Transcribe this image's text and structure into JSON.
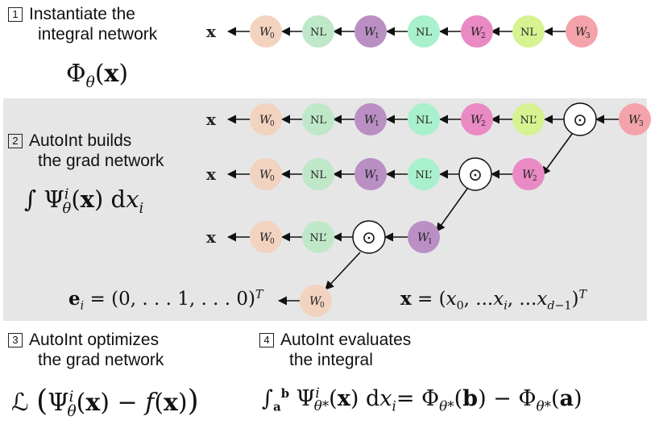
{
  "steps": {
    "s1": {
      "num": "1",
      "line1": "Instantiate the",
      "line2": "integral network"
    },
    "s2": {
      "num": "2",
      "line1": "AutoInt builds",
      "line2": "the grad network"
    },
    "s3": {
      "num": "3",
      "line1": "AutoInt optimizes",
      "line2": "the grad network"
    },
    "s4": {
      "num": "4",
      "line1": "AutoInt evaluates",
      "line2": "the integral"
    }
  },
  "labels": {
    "x_out": "x",
    "nl": "NL",
    "nl_prime": "NL’",
    "odot": "⊙",
    "w0": "W",
    "w1": "W",
    "w2": "W",
    "w3": "W"
  },
  "colors": {
    "w0": "#f2d3c0",
    "nl": "#bfe8c8",
    "w1": "#b98fc4",
    "nl_mint": "#a9f0cc",
    "w2": "#e98ac4",
    "nl_lime": "#d6f291",
    "w3": "#f4a3aa",
    "gray_band": "#e6e6e6"
  }
}
